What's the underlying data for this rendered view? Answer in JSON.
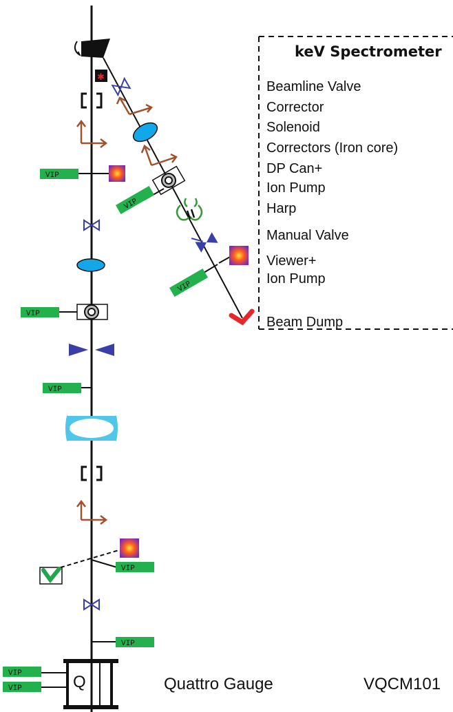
{
  "legend": {
    "title": "keV Spectrometer",
    "items": [
      "Beamline Valve",
      "Corrector",
      "Solenoid",
      "Correctors (Iron core)",
      "DP Can+",
      "Ion Pump",
      "Harp",
      "Manual Valve",
      "Viewer+",
      "Ion Pump",
      "Beam Dump"
    ]
  },
  "vip_label": "VIP",
  "quattro": {
    "letter": "Q",
    "label": "Quattro Gauge",
    "code": "VQCM101"
  },
  "colors": {
    "line": "#111111",
    "vip_green": "#22b14c",
    "valve_blue": "#3a3fa8",
    "corrector_brown": "#a0522d",
    "solenoid_cyan": "#11a7e8",
    "dump_red": "#e8262a"
  }
}
